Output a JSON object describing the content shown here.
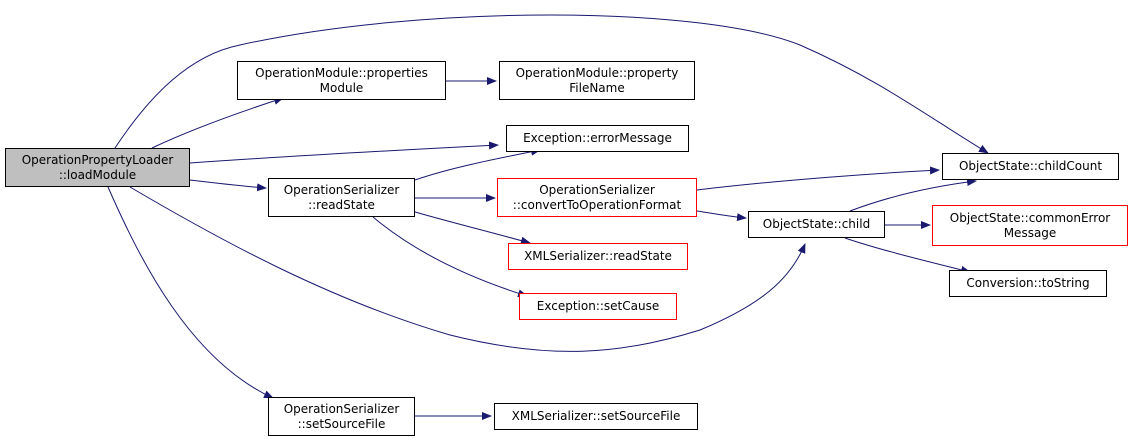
{
  "colors": {
    "edge": "#191970",
    "root_fill": "#bfbfbf",
    "node_border": "#000000",
    "truncated_border": "#ff0000"
  },
  "nodes": {
    "root": {
      "line1": "OperationPropertyLoader",
      "line2": "::loadModule"
    },
    "properties_module": {
      "line1": "OperationModule::properties",
      "line2": "Module"
    },
    "property_file_name": {
      "line1": "OperationModule::property",
      "line2": "FileName"
    },
    "error_message": {
      "line1": "Exception::errorMessage"
    },
    "serializer_read_state": {
      "line1": "OperationSerializer",
      "line2": "::readState"
    },
    "convert_to_operation_format": {
      "line1": "OperationSerializer",
      "line2": "::convertToOperationFormat"
    },
    "xml_read_state": {
      "line1": "XMLSerializer::readState"
    },
    "set_cause": {
      "line1": "Exception::setCause"
    },
    "serializer_set_source_file": {
      "line1": "OperationSerializer",
      "line2": "::setSourceFile"
    },
    "xml_set_source_file": {
      "line1": "XMLSerializer::setSourceFile"
    },
    "child_count": {
      "line1": "ObjectState::childCount"
    },
    "child": {
      "line1": "ObjectState::child"
    },
    "common_error_message": {
      "line1": "ObjectState::commonError",
      "line2": "Message"
    },
    "to_string": {
      "line1": "Conversion::toString"
    }
  }
}
